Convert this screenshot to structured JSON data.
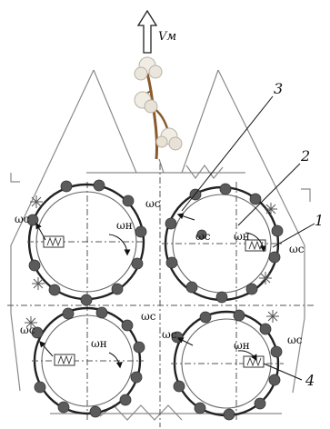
{
  "velocity_label": "Vм",
  "labels": {
    "omega_c": "ωc",
    "omega_h": "ωн"
  },
  "callouts": [
    "1",
    "2",
    "3",
    "4"
  ]
}
